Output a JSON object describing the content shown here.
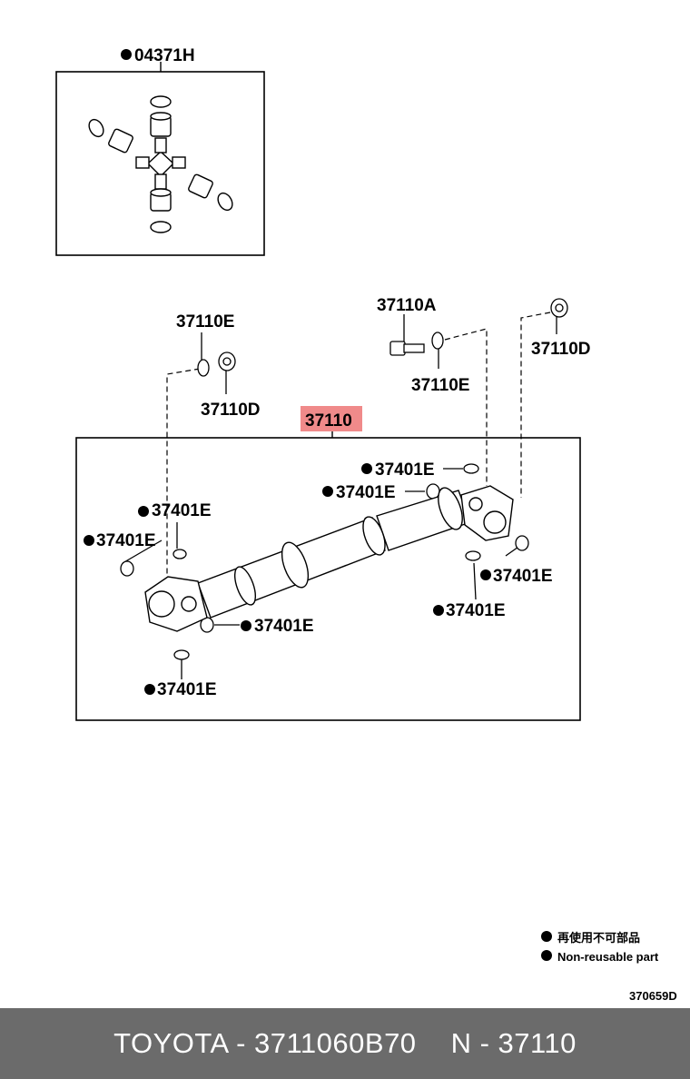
{
  "labels": {
    "kit": "04371H",
    "shaft": "37110",
    "bolt": "37110A",
    "washer_left": "37110E",
    "nut_left": "37110D",
    "washer_right": "37110E",
    "nut_right": "37110D",
    "fitting": "37401E"
  },
  "legend": {
    "line1": "再使用不可部品",
    "line2": "Non-reusable part"
  },
  "diagram_code": "370659D",
  "footer": {
    "brand_part": "TOYOTA - 3711060B70",
    "ref": "N - 37110"
  },
  "colors": {
    "highlight": "#f08a8a",
    "footer_bg": "#6b6b6b"
  }
}
